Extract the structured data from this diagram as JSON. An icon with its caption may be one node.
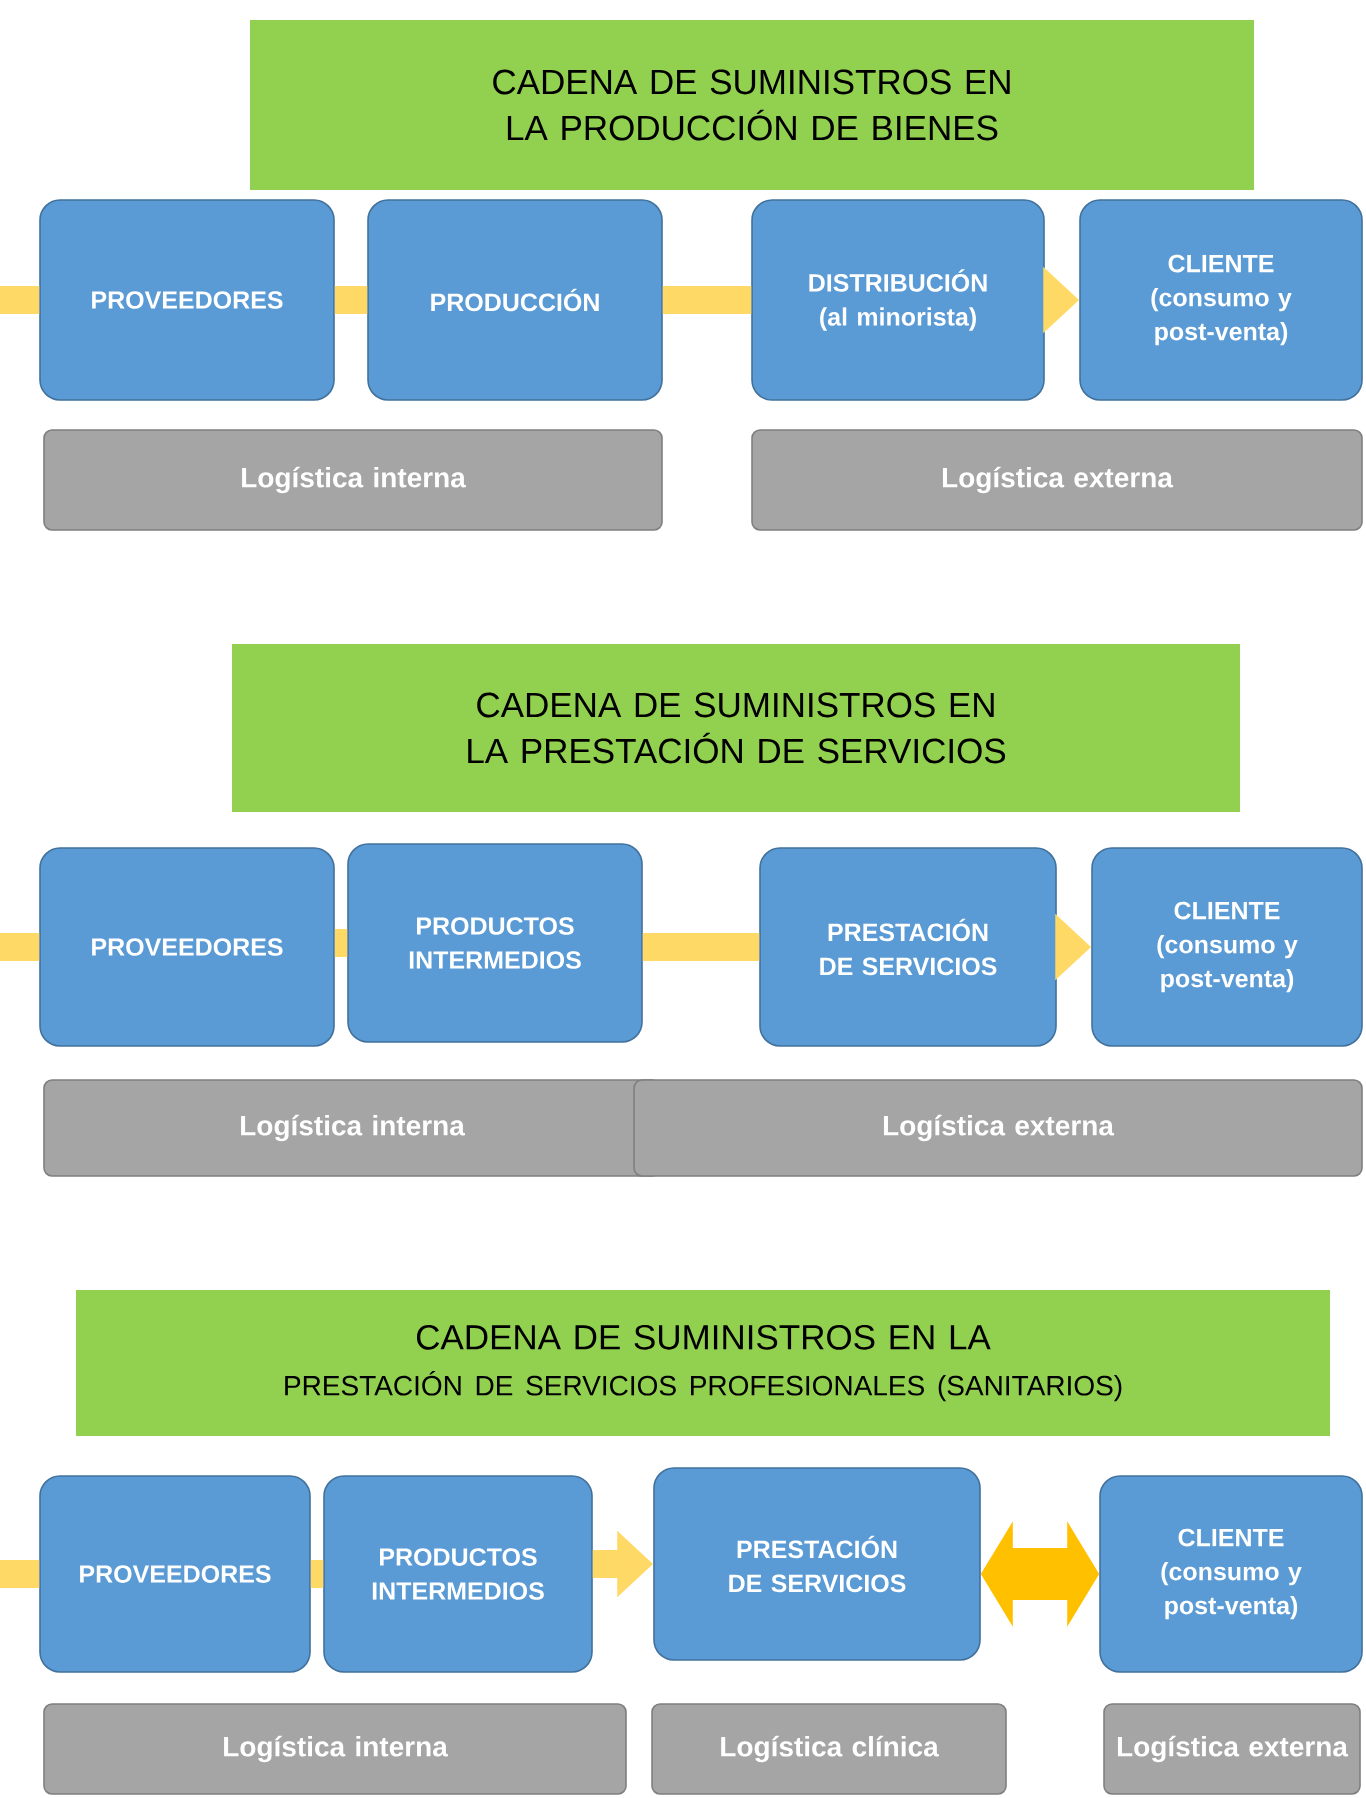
{
  "diagram": {
    "nodes": [
      {
        "text": [
          "CADENA DE SUMINISTROS EN LA PRODUCCIÓN DE BIENES"
        ]
      },
      {
        "text": [
          "PROVEEDORES"
        ]
      },
      {
        "text": [
          "PRODUCCIÓN"
        ]
      },
      {
        "text": [
          "DISTRIBUCIÓN (al minorista)"
        ]
      },
      {
        "text": [
          "CLIENTE (consumo y post-venta)"
        ]
      },
      {
        "text": [
          "Logística interna"
        ]
      },
      {
        "text": [
          "Logística externa"
        ]
      },
      {
        "text": [
          "CADENA DE SUMINISTROS EN LA PRESTACIÓN DE SERVICIOS"
        ]
      },
      {
        "text": [
          "PROVEEDORES"
        ]
      },
      {
        "text": [
          "PRODUCTOS INTERMEDIOS"
        ]
      },
      {
        "text": [
          "PRESTACIÓN DE SERVICIOS"
        ]
      },
      {
        "text": [
          "CLIENTE (consumo y post-venta)"
        ]
      },
      {
        "text": [
          "Logística interna"
        ]
      },
      {
        "text": [
          "Logística externa"
        ]
      },
      {
        "text": [
          "CADENA DE SUMINISTROS EN LA",
          "PRESTACIÓN DE SERVICIOS PROFESIONALES (SANITARIOS)"
        ]
      },
      {
        "text": [
          "PROVEEDORES"
        ]
      },
      {
        "text": [
          "PRODUCTOS INTERMEDIOS"
        ]
      },
      {
        "text": [
          "PRESTACIÓN DE SERVICIOS"
        ]
      },
      {
        "text": [
          "CLIENTE (consumo y post-venta)"
        ]
      },
      {
        "text": [
          "Logística interna"
        ]
      },
      {
        "text": [
          "Logística clínica"
        ]
      },
      {
        "text": [
          "Logística externa"
        ]
      }
    ],
    "edges": [
      {
        "from": null,
        "to": 1,
        "arrow": "none"
      },
      {
        "from": 1,
        "to": 2,
        "arrow": "none"
      },
      {
        "from": 2,
        "to": 3,
        "arrow": "none"
      },
      {
        "from": 3,
        "to": 4,
        "arrow": "to"
      },
      {
        "from": null,
        "to": 8,
        "arrow": "none"
      },
      {
        "from": 8,
        "to": 9,
        "arrow": "none"
      },
      {
        "from": 9,
        "to": 10,
        "arrow": "none"
      },
      {
        "from": 10,
        "to": 11,
        "arrow": "to"
      },
      {
        "from": null,
        "to": 15,
        "arrow": "none"
      },
      {
        "from": 15,
        "to": 16,
        "arrow": "none"
      },
      {
        "from": 16,
        "to": 17,
        "arrow": "to"
      },
      {
        "from": 17,
        "to": 18,
        "arrow": "both",
        "style": "thick",
        "color": "#ffc000"
      }
    ]
  }
}
